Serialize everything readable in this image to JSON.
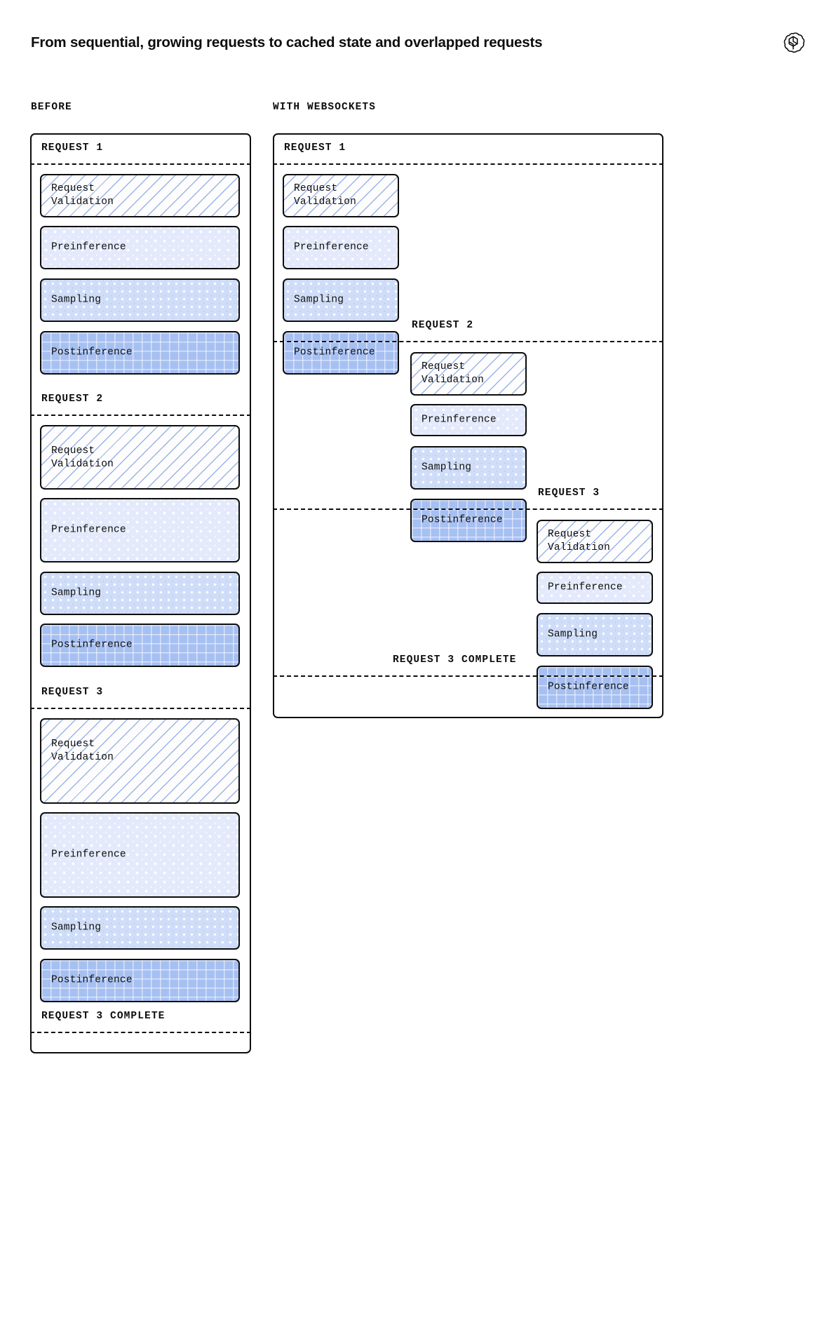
{
  "header": {
    "title": "From sequential, growing requests to cached state and overlapped requests",
    "logo": "openai-logo-icon"
  },
  "columns": {
    "before": {
      "heading": "BEFORE"
    },
    "websockets": {
      "heading": "WITH WEBSOCKETS"
    }
  },
  "stage_labels": {
    "validation": "Request\nValidation",
    "preinference": "Preinference",
    "sampling": "Sampling",
    "postinference": "Postinference"
  },
  "dividers": {
    "request1": "REQUEST 1",
    "request2": "REQUEST 2",
    "request3": "REQUEST 3",
    "request3_complete": "REQUEST 3 COMPLETE"
  },
  "colors": {
    "ink": "#0d0d0d",
    "validation_fill": "#fdfdfd",
    "validation_hatch": "#8aa6e6",
    "preinference_fill": "#e4eafb",
    "sampling_fill": "#cfddf8",
    "postinference_fill": "#a7c0f2",
    "page_background": "#ffffff"
  },
  "before_column": {
    "requests": [
      {
        "divider": "REQUEST 1",
        "stages": [
          {
            "name": "validation",
            "label": "Request\nValidation"
          },
          {
            "name": "preinference",
            "label": "Preinference"
          },
          {
            "name": "sampling",
            "label": "Sampling"
          },
          {
            "name": "postinference",
            "label": "Postinference"
          }
        ]
      },
      {
        "divider": "REQUEST 2",
        "stages": [
          {
            "name": "validation",
            "label": "Request\nValidation"
          },
          {
            "name": "preinference",
            "label": "Preinference"
          },
          {
            "name": "sampling",
            "label": "Sampling"
          },
          {
            "name": "postinference",
            "label": "Postinference"
          }
        ]
      },
      {
        "divider": "REQUEST 3",
        "stages": [
          {
            "name": "validation",
            "label": "Request\nValidation"
          },
          {
            "name": "preinference",
            "label": "Preinference"
          },
          {
            "name": "sampling",
            "label": "Sampling"
          },
          {
            "name": "postinference",
            "label": "Postinference"
          }
        ]
      }
    ],
    "final_divider": "REQUEST 3 COMPLETE"
  },
  "websockets_column": {
    "requests": [
      {
        "divider": "REQUEST 1",
        "stages": [
          {
            "name": "validation",
            "label": "Request\nValidation"
          },
          {
            "name": "preinference",
            "label": "Preinference"
          },
          {
            "name": "sampling",
            "label": "Sampling"
          },
          {
            "name": "postinference",
            "label": "Postinference"
          }
        ]
      },
      {
        "divider": "REQUEST 2",
        "stages": [
          {
            "name": "validation",
            "label": "Request\nValidation"
          },
          {
            "name": "preinference",
            "label": "Preinference"
          },
          {
            "name": "sampling",
            "label": "Sampling"
          },
          {
            "name": "postinference",
            "label": "Postinference"
          }
        ]
      },
      {
        "divider": "REQUEST 3",
        "stages": [
          {
            "name": "validation",
            "label": "Request\nValidation"
          },
          {
            "name": "preinference",
            "label": "Preinference"
          },
          {
            "name": "sampling",
            "label": "Sampling"
          },
          {
            "name": "postinference",
            "label": "Postinference"
          }
        ]
      }
    ],
    "final_divider": "REQUEST 3 COMPLETE"
  }
}
